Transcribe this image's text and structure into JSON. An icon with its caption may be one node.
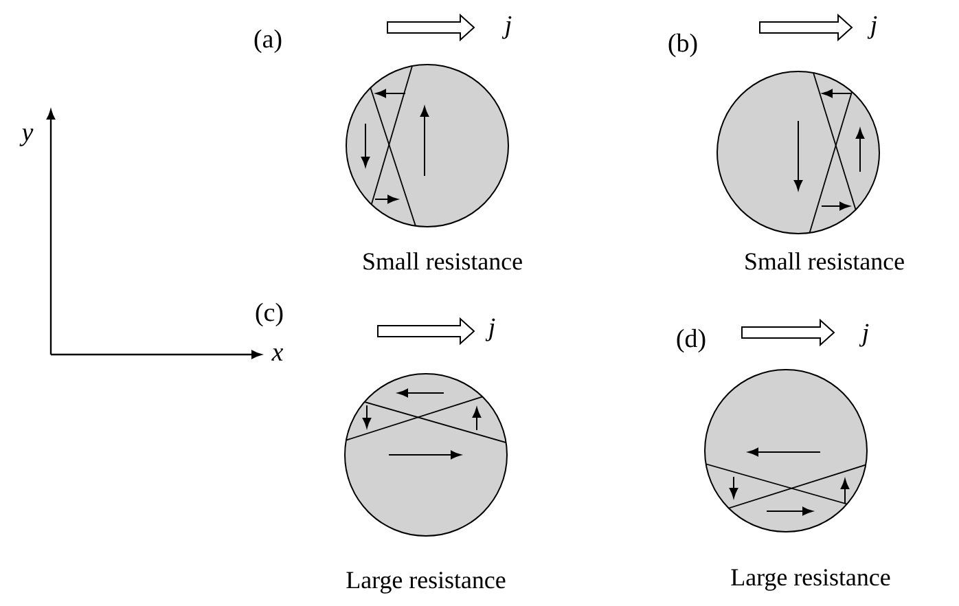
{
  "diagram": {
    "nodes": [
      {
        "text": [],
        "shape": "circle",
        "beside": [
          "Small resistance"
        ]
      },
      {
        "text": [],
        "shape": "circle",
        "beside": [
          "Small resistance"
        ]
      },
      {
        "text": [],
        "shape": "circle",
        "beside": [
          "Large resistance"
        ]
      },
      {
        "text": [],
        "shape": "circle",
        "beside": [
          "Large resistance"
        ]
      }
    ],
    "edges": [],
    "labels": [
      "y",
      "x",
      "(a)",
      "j",
      "(b)",
      "j",
      "(c)",
      "j",
      "(d)",
      "j"
    ]
  }
}
